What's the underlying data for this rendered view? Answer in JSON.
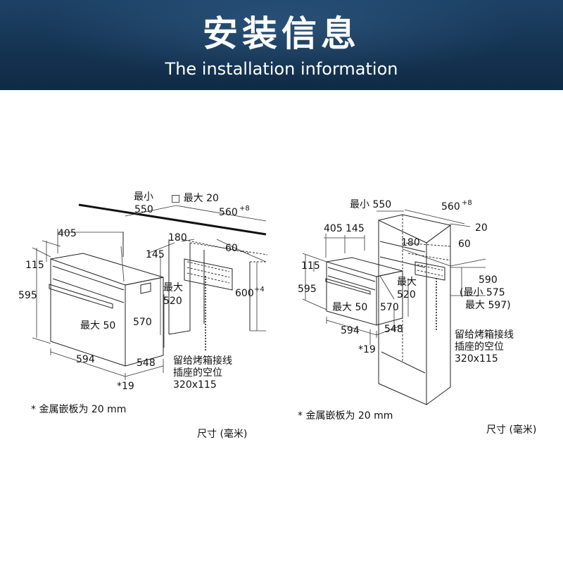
{
  "banner": {
    "title": "安装信息",
    "subtitle": "The installation information",
    "bg_color": "#163655"
  },
  "left_diagram": {
    "labels": {
      "min": "最小",
      "w550": "550",
      "box_max20": "□ 最大 20",
      "w560": "560",
      "sup8": "+8",
      "d405": "405",
      "d180": "180",
      "d145": "145",
      "d60": "60",
      "d115": "115",
      "h595": "595",
      "max": "最大",
      "d520": "520",
      "h600": "600",
      "sup4": "+4",
      "max50": "最大 50",
      "d570": "570",
      "w594": "594",
      "d548": "548",
      "star19": "*19",
      "note_line1": "留给烤箱接线",
      "note_line2": "插座的空位",
      "note_line3": "320x115"
    },
    "footnote": "* 金属嵌板为 20 mm",
    "units": "尺寸 (毫米)"
  },
  "right_diagram": {
    "labels": {
      "min550": "最小 550",
      "w560": "560",
      "sup8": "+8",
      "d405": "405",
      "d145": "145",
      "d20": "20",
      "d180": "180",
      "d60": "60",
      "d115": "115",
      "h595": "595",
      "max": "最大",
      "d520": "520",
      "max50": "最大 50",
      "d570": "570",
      "h590": "590",
      "min575": "(最小 575",
      "max597": "最大 597)",
      "w594": "594",
      "d548": "548",
      "star19": "*19",
      "note_line1": "留给烤箱接线",
      "note_line2": "插座的空位",
      "note_line3": "320x115"
    },
    "footnote": "* 金属嵌板为 20 mm",
    "units": "尺寸 (毫米)"
  }
}
